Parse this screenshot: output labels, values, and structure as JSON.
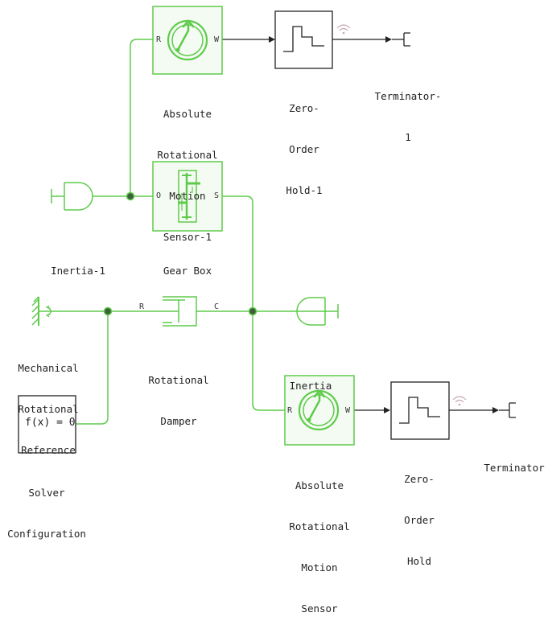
{
  "colors": {
    "physical": "#5ecb4b",
    "signal": "#222222",
    "block_bg": "#f4fbf2",
    "junction": "#3f5f3a",
    "wireless": "#c8a6b5"
  },
  "blocks": {
    "sensor1": {
      "lines": [
        "Absolute",
        "Rotational",
        "Motion",
        "Sensor-1"
      ],
      "port_r": "R",
      "port_w": "W"
    },
    "zoh1": {
      "lines": [
        "Zero-",
        "Order",
        "Hold-1"
      ]
    },
    "term1": {
      "lines": [
        "Terminator-",
        "1"
      ]
    },
    "inertia1": {
      "lines": [
        "Inertia-1"
      ]
    },
    "gearbox": {
      "lines": [
        "Gear Box"
      ],
      "port_o": "O",
      "port_s": "S"
    },
    "mech_ref": {
      "lines": [
        "Mechanical",
        "Rotational",
        "Reference"
      ]
    },
    "damper": {
      "lines": [
        "Rotational",
        "Damper"
      ],
      "port_r": "R",
      "port_c": "C"
    },
    "inertia": {
      "lines": [
        "Inertia"
      ]
    },
    "solver": {
      "lines": [
        "Solver",
        "Configuration"
      ],
      "expr": "f(x) = 0"
    },
    "sensor": {
      "lines": [
        "Absolute",
        "Rotational",
        "Motion",
        "Sensor"
      ],
      "port_r": "R",
      "port_w": "W"
    },
    "zoh": {
      "lines": [
        "Zero-",
        "Order",
        "Hold"
      ]
    },
    "term": {
      "lines": [
        "Terminator"
      ]
    }
  }
}
